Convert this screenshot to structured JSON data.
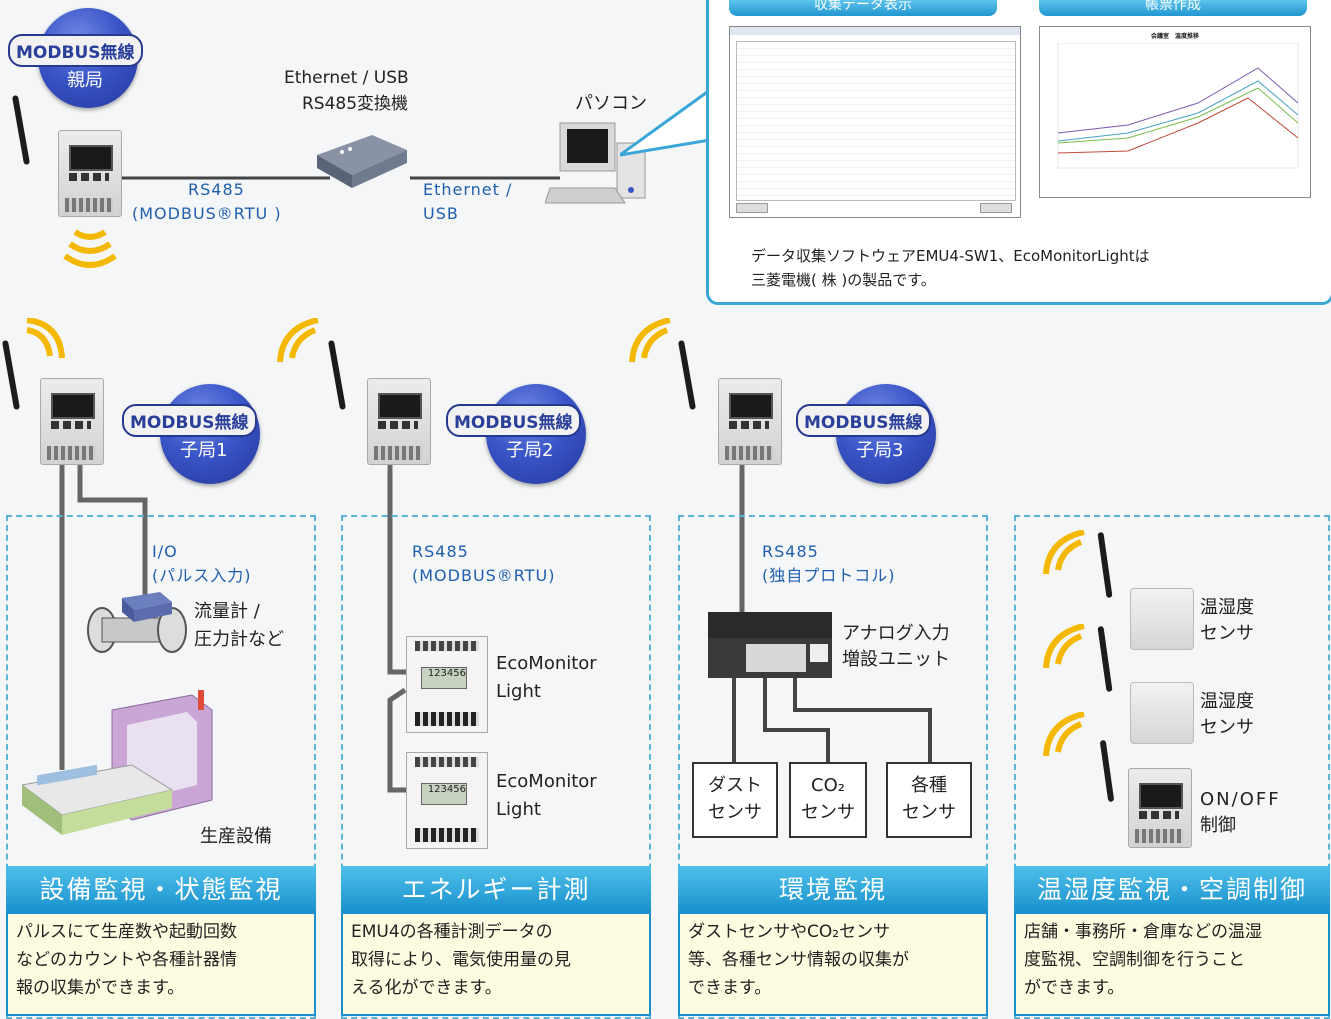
{
  "master": {
    "tag": "MODBUS無線",
    "sub": "親局"
  },
  "converter": {
    "line1": "Ethernet / USB",
    "line2": "RS485変換機"
  },
  "pc": {
    "label": "パソコン"
  },
  "link_rs485": {
    "line1": "RS485",
    "line2": "(MODBUS®RTU )"
  },
  "link_eth": {
    "line1": "Ethernet /",
    "line2": "USB"
  },
  "callout": {
    "tab1": "収集データ表示",
    "tab2": "帳票作成",
    "chart_title": "会議室　温度推移",
    "note_line1": "データ収集ソフトウェアEMU4-SW1、EcoMonitorLightは",
    "note_line2": "三菱電機( 株 )の製品です。"
  },
  "slaves": [
    {
      "tag": "MODBUS無線",
      "sub": "子局1"
    },
    {
      "tag": "MODBUS無線",
      "sub": "子局2"
    },
    {
      "tag": "MODBUS無線",
      "sub": "子局3"
    }
  ],
  "panel1": {
    "io_line1": "I/O",
    "io_line2": "(パルス入力)",
    "meter_line1": "流量計 /",
    "meter_line2": "圧力計など",
    "facility": "生産設備",
    "title": "設備監視・状態監視",
    "desc": [
      "パルスにて生産数や起動回数",
      "などのカウントや各種計器情",
      "報の収集ができます。"
    ]
  },
  "panel2": {
    "link_line1": "RS485",
    "link_line2": "(MODBUS®RTU)",
    "em1_line1": "EcoMonitor",
    "em1_line2": "Light",
    "em2_line1": "EcoMonitor",
    "em2_line2": "Light",
    "lcd": "123456",
    "title": "エネルギー計測",
    "desc": [
      "EMU4の各種計測データの",
      "取得により、電気使用量の見",
      "える化ができます。"
    ]
  },
  "panel3": {
    "link_line1": "RS485",
    "link_line2": "(独自プロトコル)",
    "unit_line1": "アナログ入力",
    "unit_line2": "増設ユニット",
    "sensors": [
      {
        "line1": "ダスト",
        "line2": "センサ"
      },
      {
        "line1": "CO₂",
        "line2": "センサ"
      },
      {
        "line1": "各種",
        "line2": "センサ"
      }
    ],
    "title": "環境監視",
    "desc": [
      "ダストセンサやCO₂センサ",
      "等、各種センサ情報の収集が",
      "できます。"
    ]
  },
  "panel4": {
    "s1_line1": "温湿度",
    "s1_line2": "センサ",
    "s2_line1": "温湿度",
    "s2_line2": "センサ",
    "s3_line1": "ON/OFF",
    "s3_line2": "制御",
    "title": "温湿度監視・空調制御",
    "desc": [
      "店舗・事務所・倉庫などの温湿",
      "度監視、空調制御を行うこと",
      "ができます。"
    ]
  },
  "colors": {
    "accent": "#1890cc",
    "badge": "#3a55c8",
    "wave": "#f5b800",
    "desc_bg": "#fdfbe0"
  }
}
